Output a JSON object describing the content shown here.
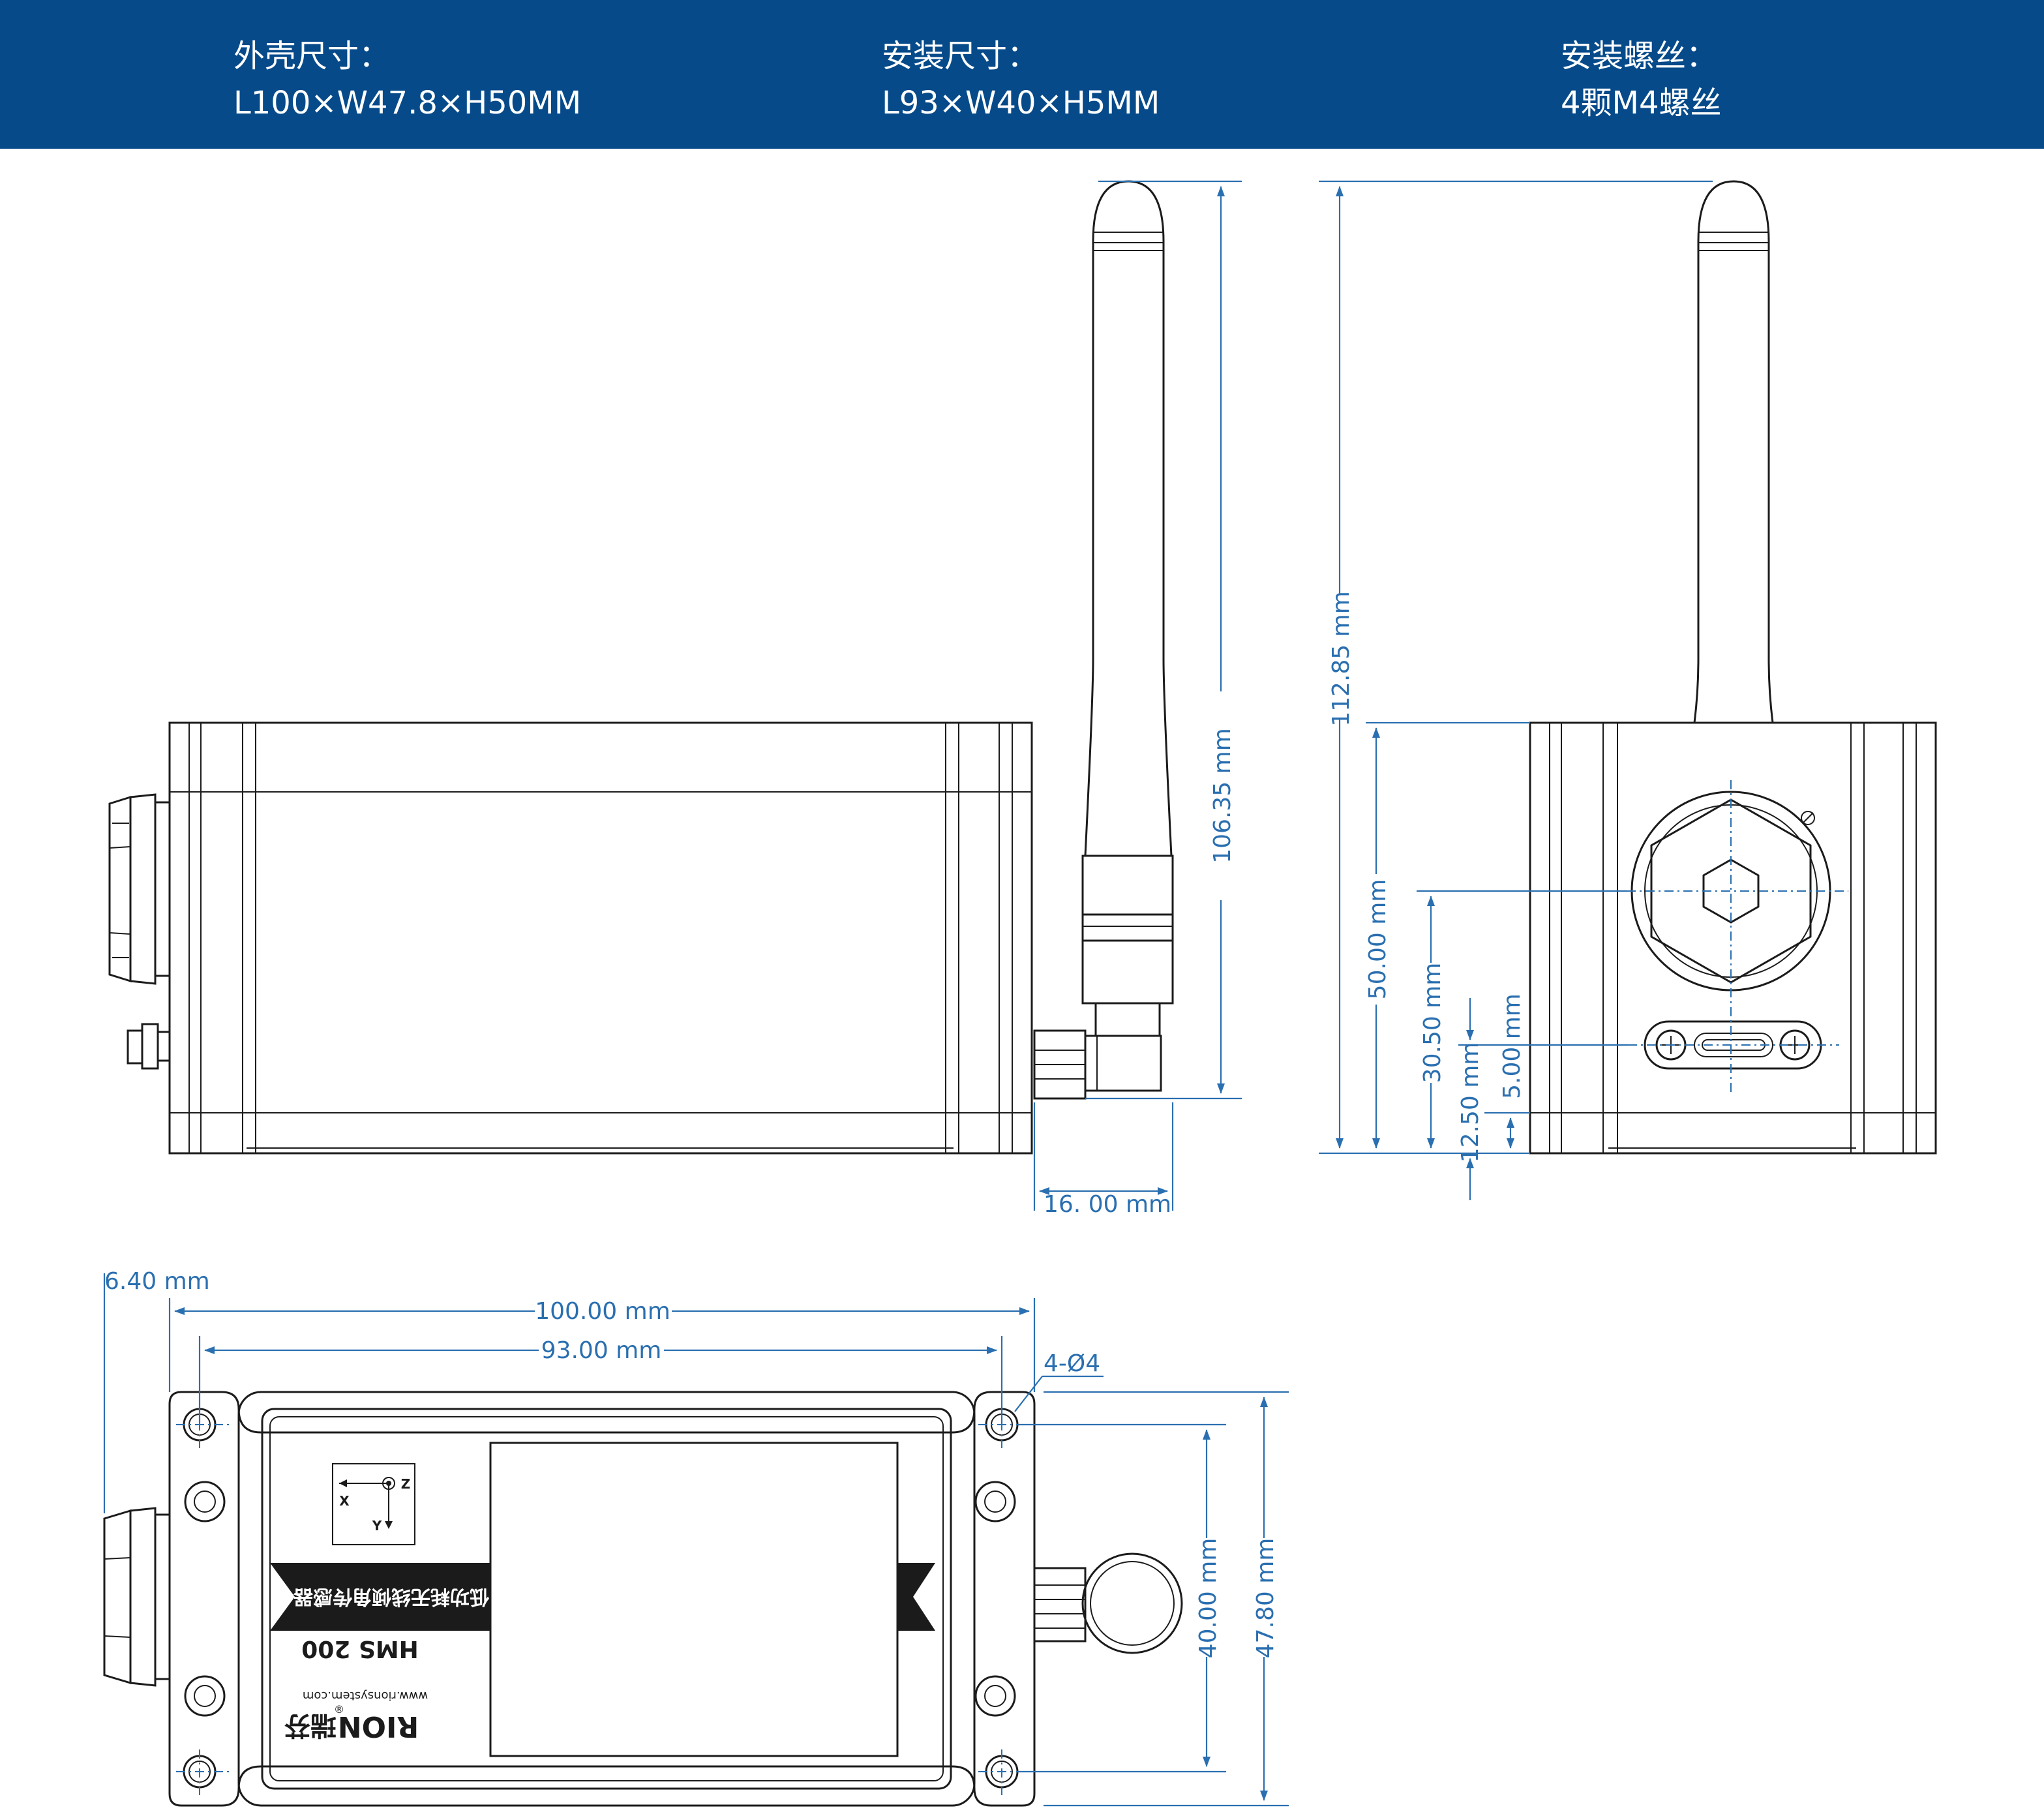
{
  "banner": {
    "background": "#064a8a",
    "specs": [
      {
        "label": "外壳尺寸：",
        "value": "L100×W47.8×H50MM"
      },
      {
        "label": "安装尺寸：",
        "value": "L93×W40×H5MM"
      },
      {
        "label": "安装螺丝：",
        "value": "4颗M4螺丝"
      }
    ]
  },
  "colors": {
    "dimension": "#2a6fb0",
    "outline": "#1b1b1b"
  },
  "dimensions": {
    "antenna_height": "106.35 mm",
    "total_height": "112.85 mm",
    "antenna_offset": "16. 00 mm",
    "body_height": "50.00 mm",
    "sensor_center_height": "30.50 mm",
    "connector_height": "12.50 mm",
    "foot_height": "5.00 mm",
    "flange_offset": "6.40 mm",
    "total_length": "100.00 mm",
    "mount_length": "93.00 mm",
    "mount_holes": "4-Ø4",
    "mount_width": "40.00 mm",
    "total_width": "47.80 mm"
  },
  "label_plate": {
    "axes": {
      "x": "X",
      "y": "Y",
      "z": "Z"
    },
    "product_name": "低功耗无线倾角传感器",
    "model": "HMS 200",
    "website": "www.rionsystem.com",
    "brand": "RION",
    "brand_cn": "瑞芬",
    "registered_mark": "®"
  }
}
